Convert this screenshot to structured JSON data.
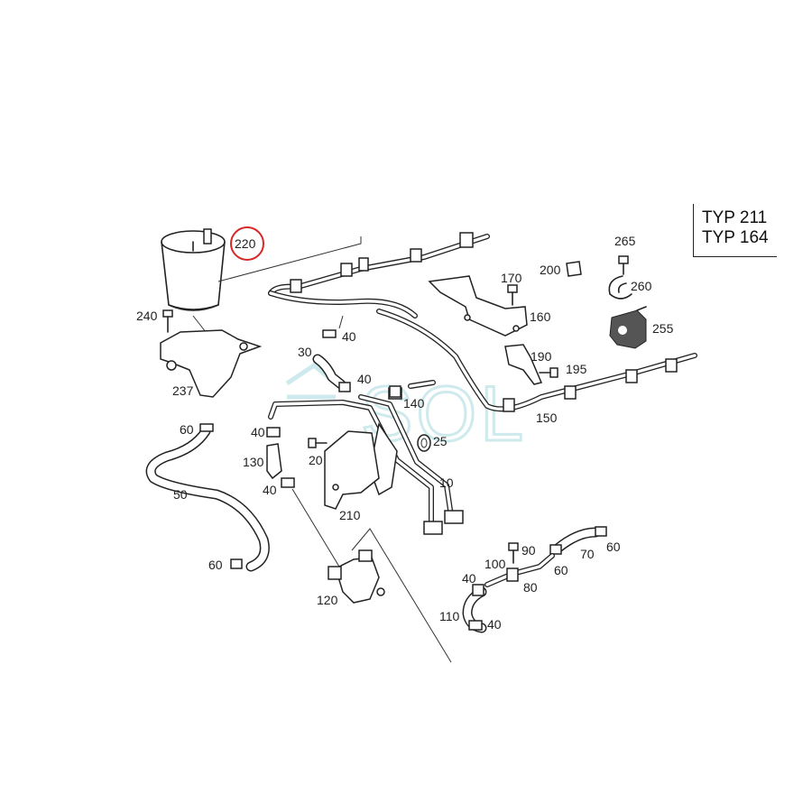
{
  "type_box": {
    "line1": "TYP 211",
    "line2": "TYP 164"
  },
  "highlight": {
    "part": "220",
    "color": "#d62828"
  },
  "watermark": {
    "text": "SOL",
    "color": "#bfe3e8"
  },
  "labels": {
    "p220": "220",
    "p240": "240",
    "p237": "237",
    "p60a": "60",
    "p50": "50",
    "p60b": "60",
    "p30": "30",
    "p40a": "40",
    "p40b": "40",
    "p40c": "40",
    "p40d": "40",
    "p130": "130",
    "p20": "20",
    "p210": "210",
    "p120": "120",
    "p140": "140",
    "p25": "25",
    "p10": "10",
    "p170": "170",
    "p160": "160",
    "p200": "200",
    "p265": "265",
    "p260": "260",
    "p255": "255",
    "p190": "190",
    "p195": "195",
    "p150": "150",
    "p90": "90",
    "p100": "100",
    "p70": "70",
    "p60c": "60",
    "p60d": "60",
    "p40e": "40",
    "p80": "80",
    "p110": "110",
    "p40f": "40"
  }
}
